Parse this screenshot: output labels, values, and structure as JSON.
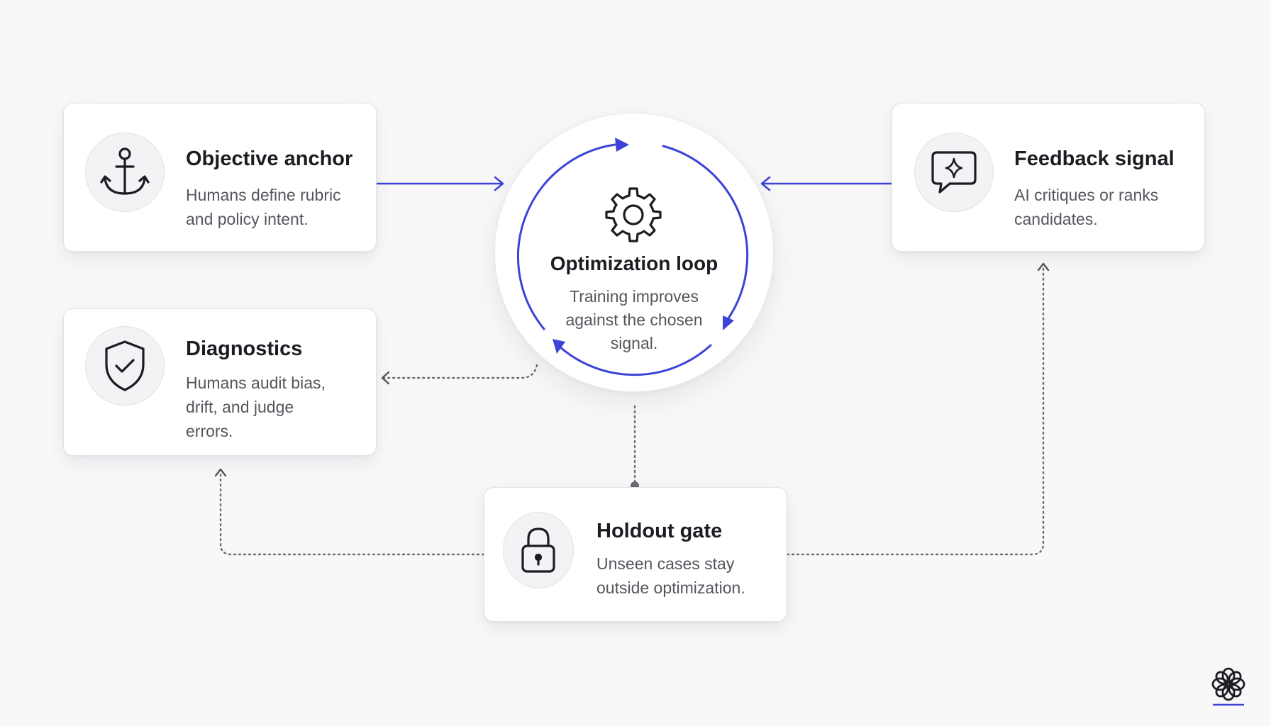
{
  "nodes": {
    "objective_anchor": {
      "title": "Objective anchor",
      "description": "Humans define rubric and policy intent.",
      "icon": "anchor-icon"
    },
    "feedback_signal": {
      "title": "Feedback signal",
      "description": "AI critiques or ranks candidates.",
      "icon": "chat-sparkle-icon"
    },
    "optimization_loop": {
      "title": "Optimization loop",
      "description": "Training improves against the chosen signal.",
      "icon": "gear-icon"
    },
    "diagnostics": {
      "title": "Diagnostics",
      "description": "Humans audit bias, drift, and judge errors.",
      "icon": "shield-check-icon"
    },
    "holdout_gate": {
      "title": "Holdout gate",
      "description": "Unseen cases stay outside optimization.",
      "icon": "lock-icon"
    }
  },
  "edges": [
    {
      "from": "objective_anchor",
      "to": "optimization_loop",
      "style": "solid"
    },
    {
      "from": "feedback_signal",
      "to": "optimization_loop",
      "style": "solid"
    },
    {
      "from": "optimization_loop",
      "to": "diagnostics",
      "style": "dotted"
    },
    {
      "from": "optimization_loop",
      "to": "holdout_gate",
      "style": "dotted"
    },
    {
      "from": "holdout_gate",
      "to": "diagnostics",
      "style": "dotted"
    },
    {
      "from": "holdout_gate",
      "to": "feedback_signal",
      "style": "dotted"
    }
  ],
  "colors": {
    "accent": "#3b44d6",
    "connector_dotted": "#6b6b72",
    "text_primary": "#1c1c22",
    "text_secondary": "#55555d",
    "card_border": "#e2e2e6"
  },
  "brand": {
    "logo_icon": "flower-knot-logo-icon"
  }
}
